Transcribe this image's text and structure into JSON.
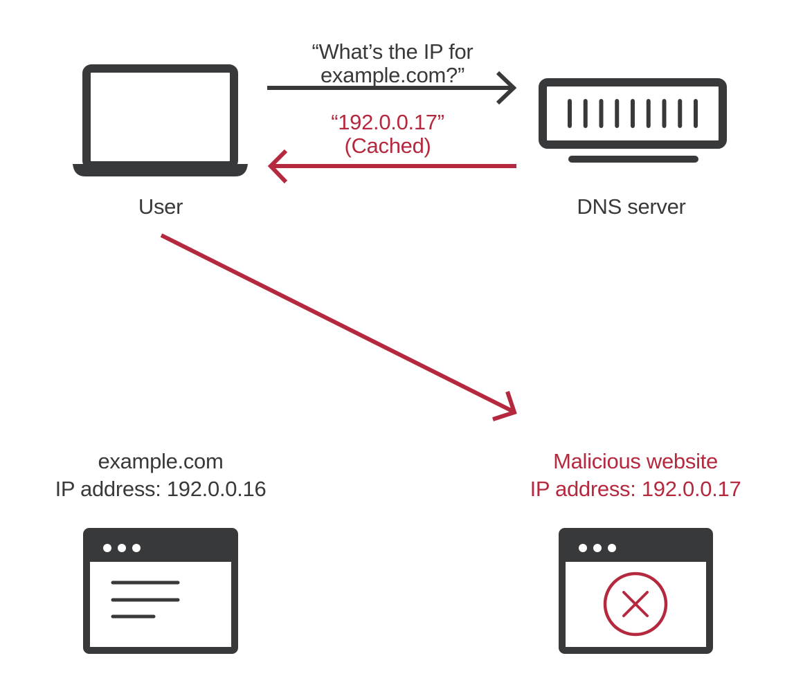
{
  "colors": {
    "ink": "#38393b",
    "accent": "#b5293f",
    "background": "#ffffff"
  },
  "nodes": {
    "user": {
      "label": "User",
      "icon": "laptop-icon"
    },
    "dns_server": {
      "label": "DNS server",
      "icon": "server-icon",
      "bar_count": 9
    },
    "legit_site": {
      "title": "example.com",
      "ip": "IP address: 192.0.0.16",
      "icon": "browser-window-text-icon"
    },
    "malicious_site": {
      "title": "Malicious website",
      "ip": "IP address: 192.0.0.17",
      "icon": "browser-window-error-icon"
    }
  },
  "messages": {
    "query": {
      "line1": "“What’s the IP for",
      "line2": "example.com?”",
      "direction": "user-to-dns"
    },
    "response": {
      "line1": "“192.0.0.17”",
      "line2": "(Cached)",
      "direction": "dns-to-user"
    },
    "redirect": {
      "direction": "user-to-malicious-site"
    }
  }
}
